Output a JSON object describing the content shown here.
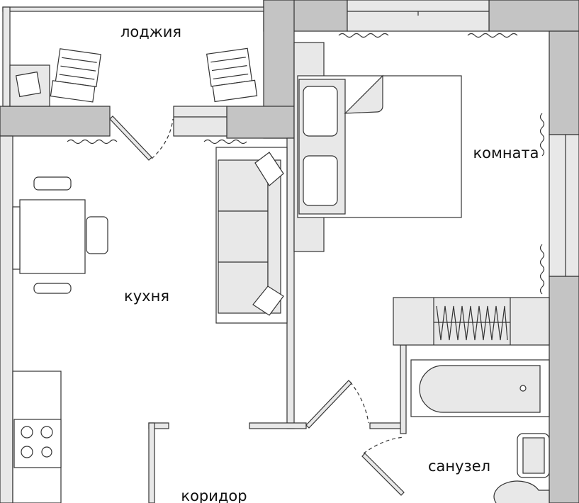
{
  "rooms": {
    "loggia": "лоджия",
    "room": "комната",
    "kitchen": "кухня",
    "bathroom": "санузел",
    "corridor": "коридор"
  },
  "colors": {
    "wall": "#c4c4c4",
    "light": "#e8e8e8",
    "stroke": "#333333"
  }
}
